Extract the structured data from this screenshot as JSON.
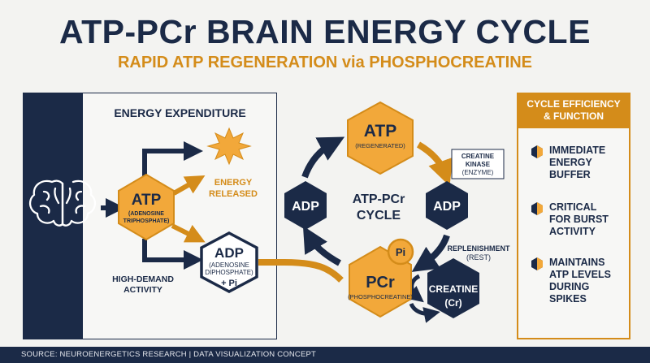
{
  "title": "ATP-PCr BRAIN ENERGY CYCLE",
  "subtitle": "RAPID ATP REGENERATION via PHOSPHOCREATINE",
  "expenditure": {
    "heading": "ENERGY EXPENDITURE",
    "atp": {
      "label": "ATP",
      "sub1": "(ADENOSINE",
      "sub2": "TRIPHOSPHATE)"
    },
    "energy_released": {
      "line1": "ENERGY",
      "line2": "RELEASED"
    },
    "adp": {
      "label": "ADP",
      "sub1": "(ADENOSINE",
      "sub2": "DIPHOSPHATE)",
      "extra": "+ Pi"
    },
    "high_demand": {
      "line1": "HIGH-DEMAND",
      "line2": "ACTIVITY"
    }
  },
  "cycle": {
    "center_line1": "ATP-PCr",
    "center_line2": "CYCLE",
    "atp": {
      "label": "ATP",
      "sub": "(REGENERATED)"
    },
    "adp_left": "ADP",
    "adp_right": "ADP",
    "pcr": {
      "label": "PCr",
      "sub": "(PHOSPHOCREATINE)"
    },
    "pi": "Pi",
    "enzyme": {
      "line1": "CREATINE",
      "line2": "KINASE",
      "line3": "(ENZYME)"
    },
    "replenishment": {
      "line1": "REPLENISHMENT",
      "line2": "(REST)"
    },
    "creatine": {
      "line1": "CREATINE",
      "line2": "(Cr)"
    }
  },
  "efficiency": {
    "header_line1": "CYCLE EFFICIENCY",
    "header_line2": "& FUNCTION",
    "items": [
      {
        "line1": "IMMEDIATE",
        "line2": "ENERGY",
        "line3": "BUFFER",
        "line4": ""
      },
      {
        "line1": "CRITICAL",
        "line2": "FOR BURST",
        "line3": "ACTIVITY",
        "line4": ""
      },
      {
        "line1": "MAINTAINS",
        "line2": "ATP LEVELS",
        "line3": "DURING",
        "line4": "SPIKES"
      }
    ]
  },
  "footer": "SOURCE: NEUROENERGETICS RESEARCH  |  DATA VISUALIZATION CONCEPT",
  "colors": {
    "navy": "#1b2a47",
    "orange": "#d48c1a",
    "amber": "#f2a83a",
    "background": "#f3f3f1"
  },
  "icons": [
    "brain-icon",
    "starburst-icon",
    "hexagon-bullet-icon"
  ]
}
